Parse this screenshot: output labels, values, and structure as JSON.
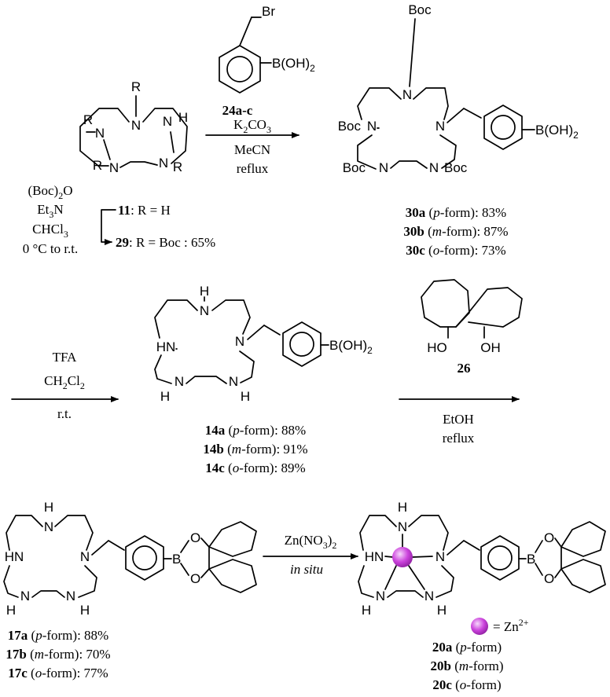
{
  "row1": {
    "reagent_label": "24a-c",
    "reagent_group": "B(OH)2",
    "reagent_bromo": "Br",
    "conditions": [
      "K2CO3",
      "MeCN",
      "reflux"
    ],
    "cyclam_R": "R",
    "cyclam_H": "H",
    "protect_conditions": [
      "(Boc)2O",
      "Et3N",
      "CHCl3",
      "0 °C to r.t."
    ],
    "cmpd11": {
      "num": "11",
      "text": ": R = H"
    },
    "cmpd29": {
      "num": "29",
      "text": ": R = Boc : 65%"
    },
    "boc": "Boc",
    "product_group": "B(OH)2",
    "products": [
      {
        "num": "30a",
        "pre": " (",
        "form": "p",
        "post": "-form): 83%"
      },
      {
        "num": "30b",
        "pre": " (",
        "form": "m",
        "post": "-form): 87%"
      },
      {
        "num": "30c",
        "pre": " (",
        "form": "o",
        "post": "-form): 73%"
      }
    ]
  },
  "row2": {
    "deprotect_conditions": [
      "TFA",
      "CH2Cl2",
      "r.t."
    ],
    "product_group": "B(OH)2",
    "products": [
      {
        "num": "14a",
        "pre": " (",
        "form": "p",
        "post": "-form): 88%"
      },
      {
        "num": "14b",
        "pre": " (",
        "form": "m",
        "post": "-form): 91%"
      },
      {
        "num": "14c",
        "pre": " (",
        "form": "o",
        "post": "-form): 89%"
      }
    ],
    "diol_label": "26",
    "diol_oh": "HO",
    "diol_oh2": "OH",
    "ester_conditions": [
      "EtOH",
      "reflux"
    ]
  },
  "row3": {
    "products": [
      {
        "num": "17a",
        "pre": " (",
        "form": "p",
        "post": "-form): 88%"
      },
      {
        "num": "17b",
        "pre": " (",
        "form": "m",
        "post": "-form): 70%"
      },
      {
        "num": "17c",
        "pre": " (",
        "form": "o",
        "post": "-form): 77%"
      }
    ],
    "zinc_reagent": "Zn(NO3)2",
    "zinc_note": "in situ",
    "zinc_legend": "= Zn2+",
    "complexes": [
      {
        "num": "20a",
        "pre": " (",
        "form": "p",
        "post": "-form)"
      },
      {
        "num": "20b",
        "pre": " (",
        "form": "m",
        "post": "-form)"
      },
      {
        "num": "20c",
        "pre": " (",
        "form": "o",
        "post": "-form)"
      }
    ]
  },
  "colors": {
    "zinc_sphere": "#cc44dd",
    "ink": "#000000"
  }
}
